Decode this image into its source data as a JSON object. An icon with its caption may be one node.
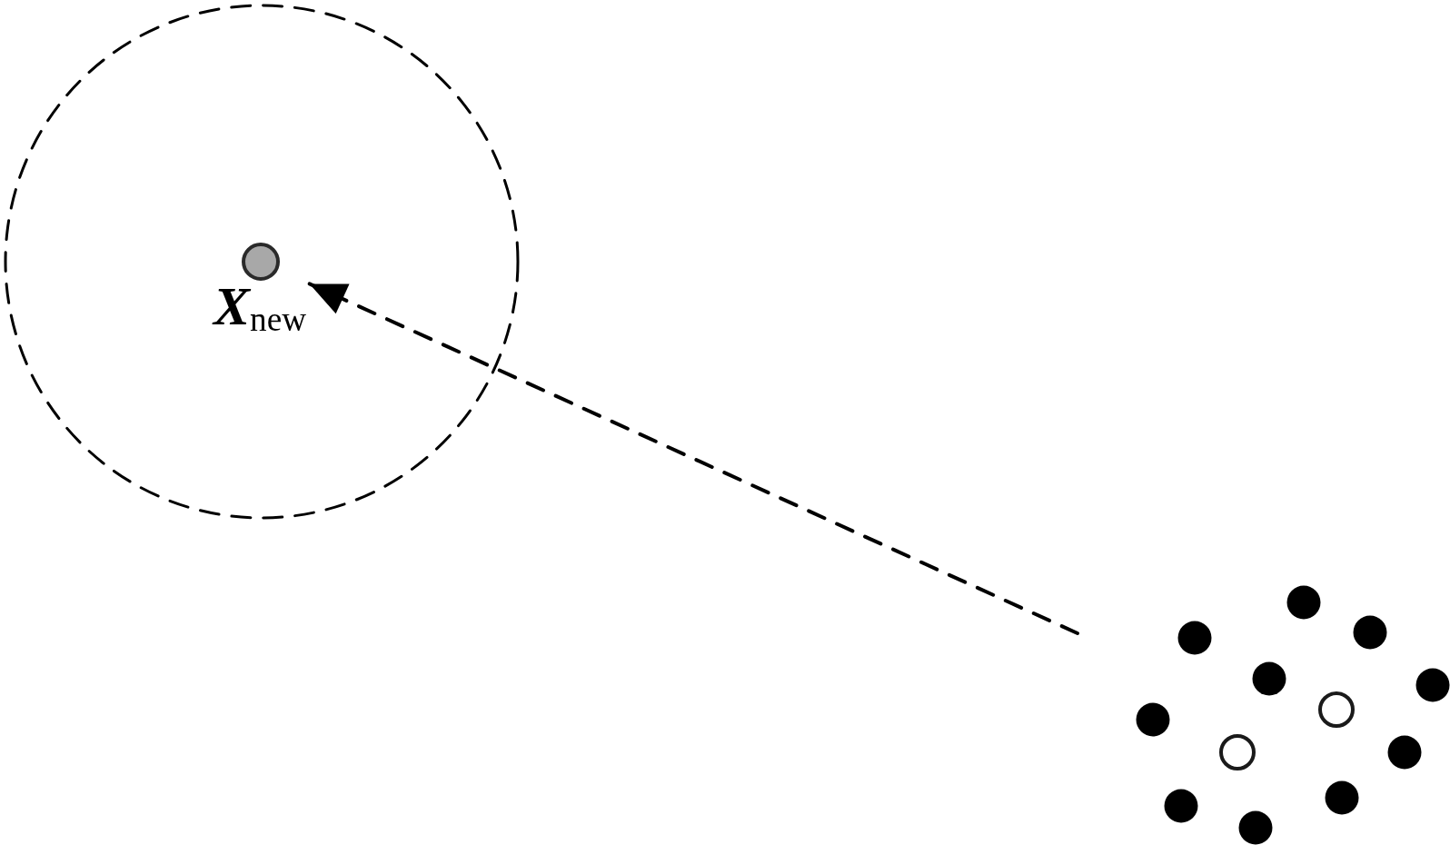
{
  "diagram": {
    "nodes": [
      {
        "text": [],
        "shape": "circle"
      },
      {
        "text": [
          "*X*$_{new}$"
        ],
        "in": 0
      },
      {
        "text": [],
        "shape": "circle"
      },
      {
        "text": [],
        "shape": "circle"
      },
      {
        "text": [],
        "shape": "circle"
      },
      {
        "text": [],
        "shape": "circle"
      },
      {
        "text": [],
        "shape": "circle"
      },
      {
        "text": [],
        "shape": "circle"
      },
      {
        "text": [],
        "shape": "circle"
      },
      {
        "text": [],
        "shape": "circle"
      },
      {
        "text": [],
        "shape": "circle"
      },
      {
        "text": [],
        "shape": "circle"
      },
      {
        "text": [],
        "shape": "circle"
      },
      {
        "text": [],
        "shape": "circle"
      }
    ],
    "edges": [
      {
        "from": null,
        "to": 1,
        "arrow": "to",
        "style": "dashed"
      }
    ]
  }
}
